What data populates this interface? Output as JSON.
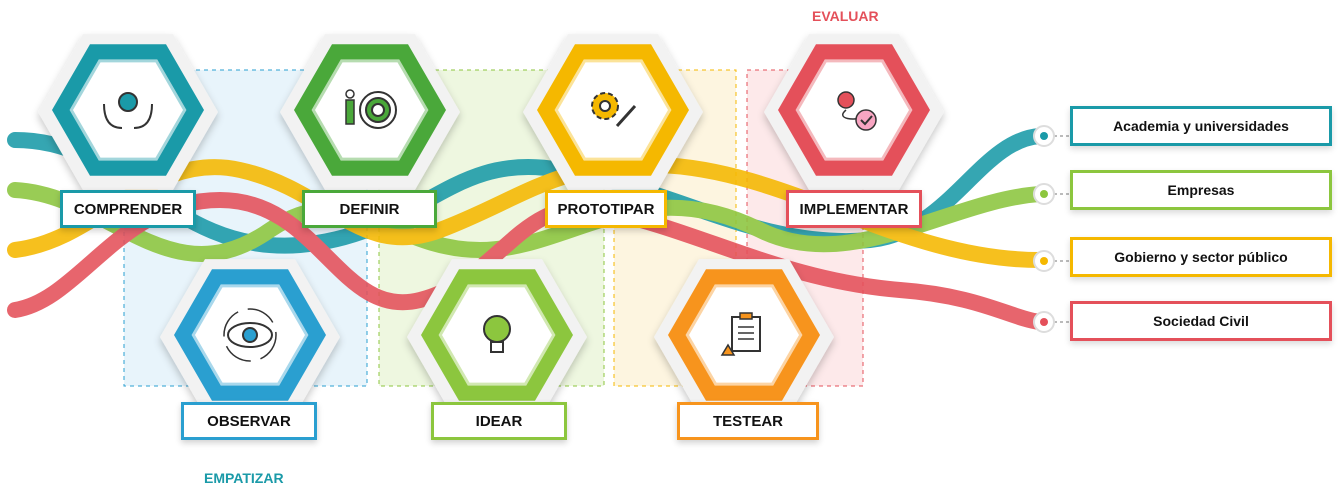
{
  "groups": {
    "evaluar": "EVALUAR",
    "empatizar": "EMPATIZAR"
  },
  "stages": [
    {
      "label": "COMPRENDER",
      "color": "#1a9aa8",
      "icon": "hands-lightbulb-icon"
    },
    {
      "label": "DEFINIR",
      "color": "#4aa83a",
      "icon": "target-icon"
    },
    {
      "label": "PROTOTIPAR",
      "color": "#f5b800",
      "icon": "gear-pencil-icon"
    },
    {
      "label": "IMPLEMENTAR",
      "color": "#e4505a",
      "icon": "process-check-icon"
    },
    {
      "label": "OBSERVAR",
      "color": "#2a9fd0",
      "icon": "eye-icon"
    },
    {
      "label": "IDEAR",
      "color": "#8cc63e",
      "icon": "lightbulb-icon"
    },
    {
      "label": "TESTEAR",
      "color": "#f7941d",
      "icon": "clipboard-icon"
    }
  ],
  "sectors": [
    {
      "label": "Academia y universidades",
      "color": "#1a9aa8"
    },
    {
      "label": "Empresas",
      "color": "#8cc63e"
    },
    {
      "label": "Gobierno y sector público",
      "color": "#f5b800"
    },
    {
      "label": "Sociedad Civil",
      "color": "#e4505a"
    }
  ],
  "colors": {
    "evaluar_text": "#e4505a",
    "empatizar_text": "#1a9aa8"
  }
}
